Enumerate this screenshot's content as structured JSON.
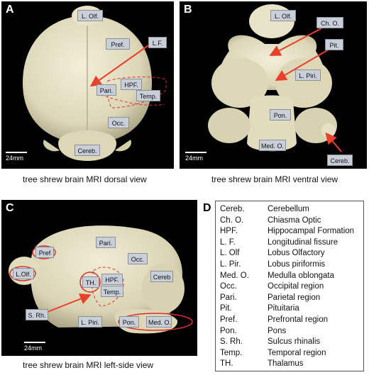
{
  "panels": {
    "a": {
      "letter": "A",
      "caption": "tree shrew brain MRI dorsal view",
      "scale": "24mm",
      "labels": {
        "lolf": "L. Olf.",
        "pref": "Pref.",
        "lf": "L.F.",
        "hpf": "HPF.",
        "pari": "Pari.",
        "temp": "Temp.",
        "occ": "Occ.",
        "cereb": "Cereb."
      }
    },
    "b": {
      "letter": "B",
      "caption": "tree shrew brain MRI ventral view",
      "scale": "24mm",
      "labels": {
        "lolf": "L. Olf.",
        "cho": "Ch. O.",
        "pit": "Pit.",
        "lpiri": "L. Piri.",
        "pon": "Pon.",
        "medo": "Med. O.",
        "cereb": "Cereb."
      }
    },
    "c": {
      "letter": "C",
      "caption": "tree shrew brain MRI left-side view",
      "scale": "24mm",
      "labels": {
        "pari": "Pari.",
        "pref": "Pref",
        "occ": "Occ.",
        "lolf": "L.Olf.",
        "th": "TH.",
        "hpf": "HPF.",
        "temp": "Temp.",
        "cereb": "Cereb",
        "srh": "S. Rh.",
        "lpiri": "L. Piri.",
        "pon": "Pon.",
        "medo": "Med. O."
      }
    }
  },
  "legend": {
    "letter": "D",
    "entries": [
      {
        "abbr": "Cereb.",
        "full": "Cerebellum"
      },
      {
        "abbr": "Ch. O.",
        "full": " Chiasma Optic"
      },
      {
        "abbr": "HPF.",
        "full": "Hippocampal Formation"
      },
      {
        "abbr": "L. F.",
        "full": "Longitudinal fissure"
      },
      {
        "abbr": "L. Olf",
        "full": "Lobus Olfactory"
      },
      {
        "abbr": "L. Pir.",
        "full": "Lobus piriformis"
      },
      {
        "abbr": "Med. O.",
        "full": "Medulla oblongata"
      },
      {
        "abbr": "Occ.",
        "full": "Occipital region"
      },
      {
        "abbr": "Pari.",
        "full": "Parietal region"
      },
      {
        "abbr": "Pit.",
        "full": "Pituitaria"
      },
      {
        "abbr": "Pref.",
        "full": "Prefrontal region"
      },
      {
        "abbr": "Pon.",
        "full": "Pons"
      },
      {
        "abbr": "S. Rh.",
        "full": "Sulcus rhinalis"
      },
      {
        "abbr": "Temp.",
        "full": "Temporal region"
      },
      {
        "abbr": "TH.",
        "full": "Thalamus"
      }
    ]
  },
  "colors": {
    "panel_bg": "#000000",
    "brain": "#e8e3c8",
    "arrow": "#e8402a",
    "dashed": "#e0302a",
    "label_bg": "#c9cfd8"
  }
}
